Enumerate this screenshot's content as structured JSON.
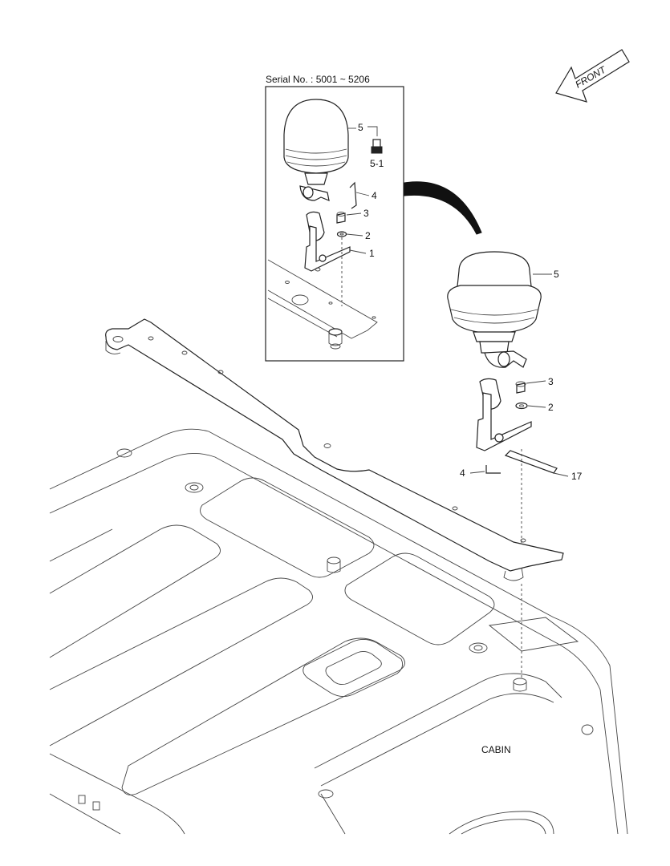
{
  "serial_label": "Serial No. : 5001 ~ 5206",
  "front_label": "FRONT",
  "cabin_label": "CABIN",
  "callouts": {
    "inset_5": "5",
    "inset_5_1": "5-1",
    "inset_4": "4",
    "inset_3": "3",
    "inset_2": "2",
    "inset_1": "1",
    "main_5": "5",
    "main_3": "3",
    "main_2": "2",
    "main_4": "4",
    "main_17": "17"
  }
}
